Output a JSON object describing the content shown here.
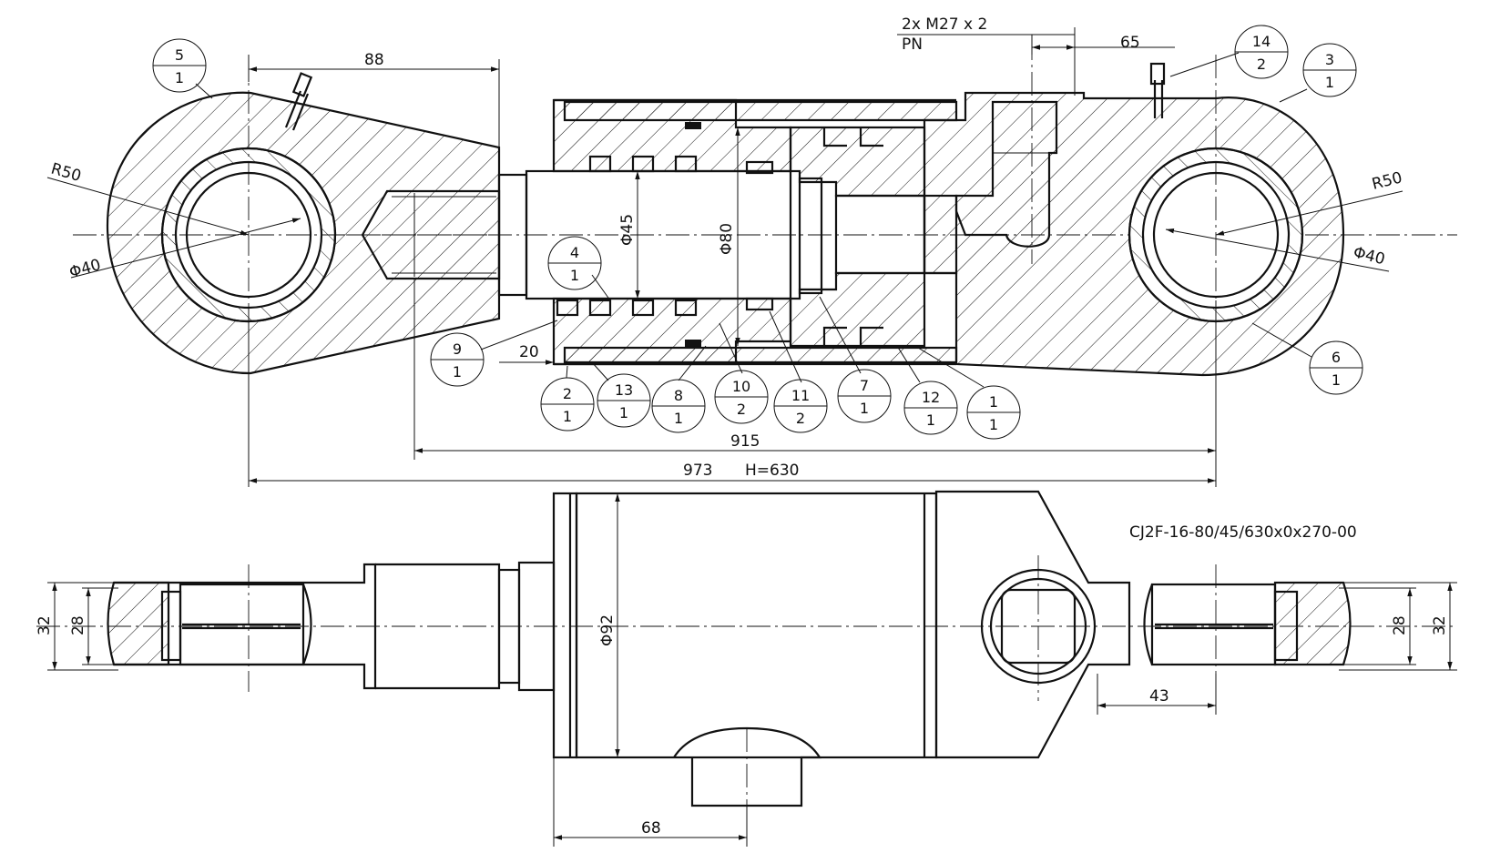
{
  "dims": {
    "d88": "88",
    "d65": "65",
    "d20": "20",
    "d915": "915",
    "d973": "973",
    "stroke_h": "H=630",
    "d68": "68",
    "d43": "43",
    "d32_left": "32",
    "d28_left": "28",
    "d28_right": "28",
    "d32_right": "32",
    "phi45": "Φ45",
    "phi80": "Φ80",
    "phi92": "Φ92",
    "r50_left": "R50",
    "r50_right": "R50",
    "phi40_left": "Φ40",
    "phi40_right": "Φ40"
  },
  "notes": {
    "port_line1": "2x M27 x 2",
    "port_line2": "PN",
    "designation": "CJ2F-16-80/45/630x0x270-00"
  },
  "balloons": [
    {
      "num": "5",
      "qty": "1"
    },
    {
      "num": "14",
      "qty": "2"
    },
    {
      "num": "3",
      "qty": "1"
    },
    {
      "num": "4",
      "qty": "1"
    },
    {
      "num": "9",
      "qty": "1"
    },
    {
      "num": "2",
      "qty": "1"
    },
    {
      "num": "13",
      "qty": "1"
    },
    {
      "num": "8",
      "qty": "1"
    },
    {
      "num": "10",
      "qty": "2"
    },
    {
      "num": "11",
      "qty": "2"
    },
    {
      "num": "7",
      "qty": "1"
    },
    {
      "num": "12",
      "qty": "1"
    },
    {
      "num": "1",
      "qty": "1"
    },
    {
      "num": "6",
      "qty": "1"
    }
  ]
}
